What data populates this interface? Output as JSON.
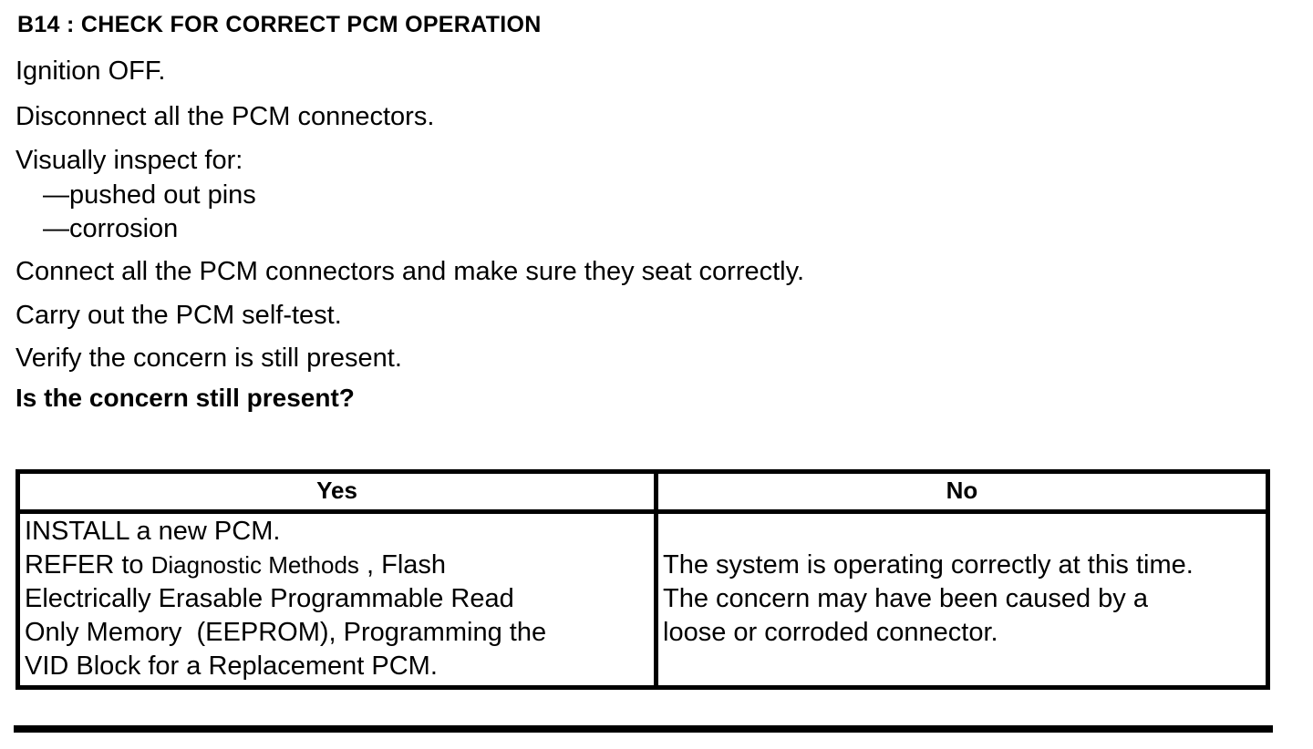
{
  "doc": {
    "title": "B14 : CHECK FOR CORRECT PCM OPERATION",
    "steps": {
      "ignition": "Ignition OFF.",
      "disconnect": "Disconnect all the PCM connectors.",
      "inspect_intro": "Visually inspect for:",
      "inspect_item1": "—pushed out pins",
      "inspect_item2": "—corrosion",
      "connect": "Connect all the PCM connectors and make sure they seat correctly.",
      "selftest": "Carry out the PCM self-test.",
      "verify": "Verify the concern is still present."
    },
    "question": "Is the concern still present?",
    "result_table": {
      "yes_header": "Yes",
      "no_header": "No",
      "yes_cell": {
        "line1": "INSTALL a new PCM.",
        "refer_prefix": "REFER to ",
        "reference_name": "Diagnostic Methods",
        "refer_suffix": " , Flash\nElectrically Erasable Programmable Read\nOnly Memory  (EEPROM), Programming the\nVID Block for a Replacement PCM."
      },
      "no_cell": {
        "text": "The system is operating correctly at this time.\nThe concern may have been caused by a\nloose or corroded connector."
      }
    }
  }
}
